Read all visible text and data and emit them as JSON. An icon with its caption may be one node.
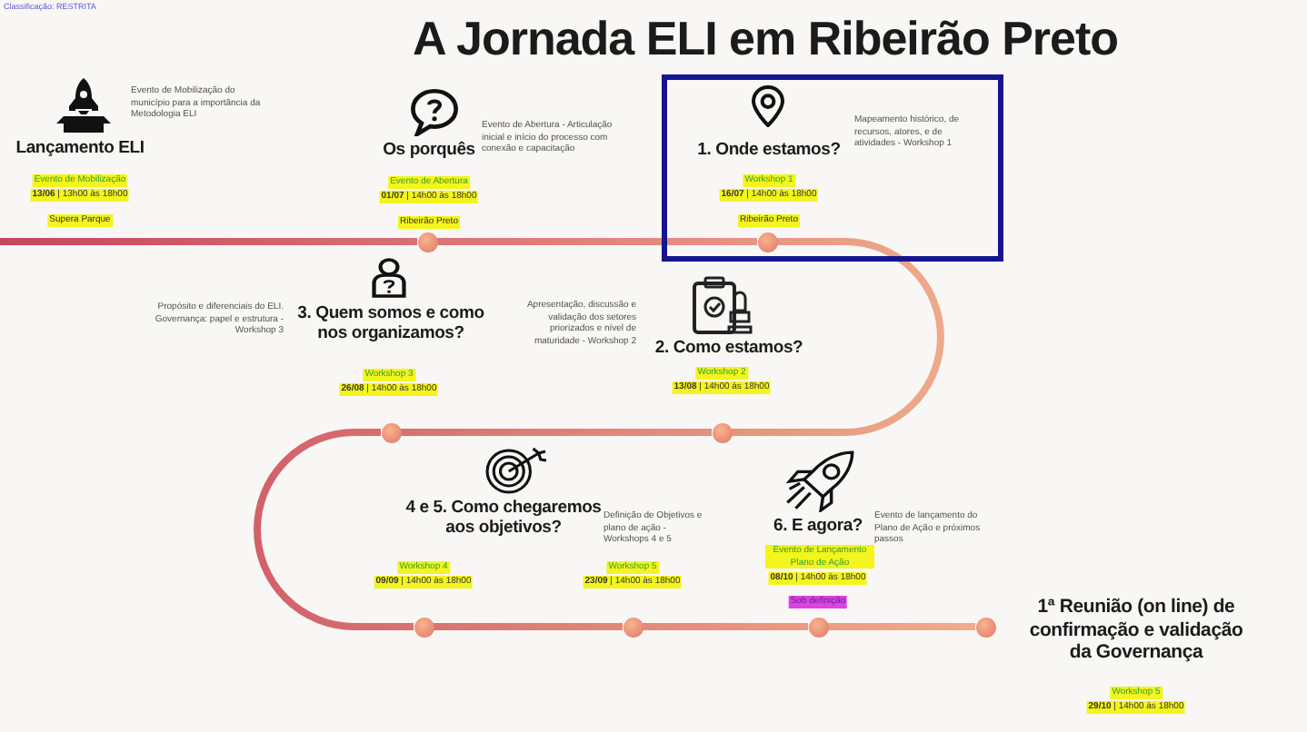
{
  "diagram": {
    "title": "A Jornada ELI em Ribeirão Preto",
    "nodes": [
      {
        "text": [],
        "shape": "circle",
        "beside": [
          "Os porquês",
          "Evento de Abertura - Articulação inicial e início do processo com conexão e capacitação",
          "Evento de Abertura",
          "**01/07** | 14h00 às 18h00",
          "Ribeirão Preto"
        ]
      },
      {
        "text": [
          "1. Onde estamos?",
          "Mapeamento histórico, de recursos, atores, e de atividades - Workshop 1",
          "Workshop 1",
          "**16/07** | 14h00 às 18h00",
          "Ribeirão Preto"
        ]
      },
      {
        "text": [],
        "shape": "circle",
        "in": 1
      },
      {
        "text": [],
        "shape": "circle",
        "beside": [
          "Apresentação, discussão e validação dos setores priorizados e nível de maturidade - Workshop 2",
          "2. Como estamos?",
          "Workshop 2",
          "**13/08** | 14h00 às 18h00"
        ]
      },
      {
        "text": [],
        "shape": "circle",
        "beside": [
          "Propósito e diferenciais do ELI. Governança: papel e estrutura - Workshop 3",
          "3. Quem somos e como nos organizamos?",
          "Workshop 3",
          "**26/08** | 14h00 às 18h00"
        ]
      },
      {
        "text": [],
        "shape": "circle",
        "beside": [
          "4 e 5. Como chegaremos aos objetivos?",
          "Workshop 4",
          "**09/09** | 14h00 às 18h00"
        ]
      },
      {
        "text": [],
        "shape": "circle",
        "beside": [
          "Definição de Objetivos e plano de ação - Workshops 4 e 5",
          "Workshop 5",
          "**23/09** | 14h00 às 18h00"
        ]
      },
      {
        "text": [],
        "shape": "circle",
        "beside": [
          "6. E agora?",
          "Evento de lançamento do Plano de Ação e próximos passos",
          "Evento de Lançamento Plano de Ação",
          "**08/10** | 14h00 às 18h00",
          "Sob definição"
        ]
      },
      {
        "text": [],
        "shape": "circle",
        "beside": [
          "1ª Reunião (on line) de confirmação e validação da Governança",
          "Workshop 5",
          "**29/10** | 14h00 às 18h00"
        ]
      }
    ],
    "edges": [
      {
        "from": null,
        "to": 0,
        "arrow": "none"
      },
      {
        "from": 0,
        "to": 2,
        "arrow": "none"
      },
      {
        "from": 2,
        "to": 3,
        "arrow": "none"
      },
      {
        "from": 3,
        "to": 4,
        "arrow": "none"
      },
      {
        "from": 4,
        "to": 5,
        "arrow": "none"
      },
      {
        "from": 5,
        "to": 6,
        "arrow": "none"
      },
      {
        "from": 6,
        "to": 7,
        "arrow": "none"
      },
      {
        "from": 7,
        "to": 8,
        "arrow": "none"
      }
    ],
    "labels": [
      "Classificação: RESTRITA",
      "Lançamento ELI",
      "Evento de Mobilização do município para a importância da Metodologia ELI",
      "Evento de Mobilização",
      "**13/06** | 13h00 às 18h00",
      "Supera Parque"
    ]
  }
}
